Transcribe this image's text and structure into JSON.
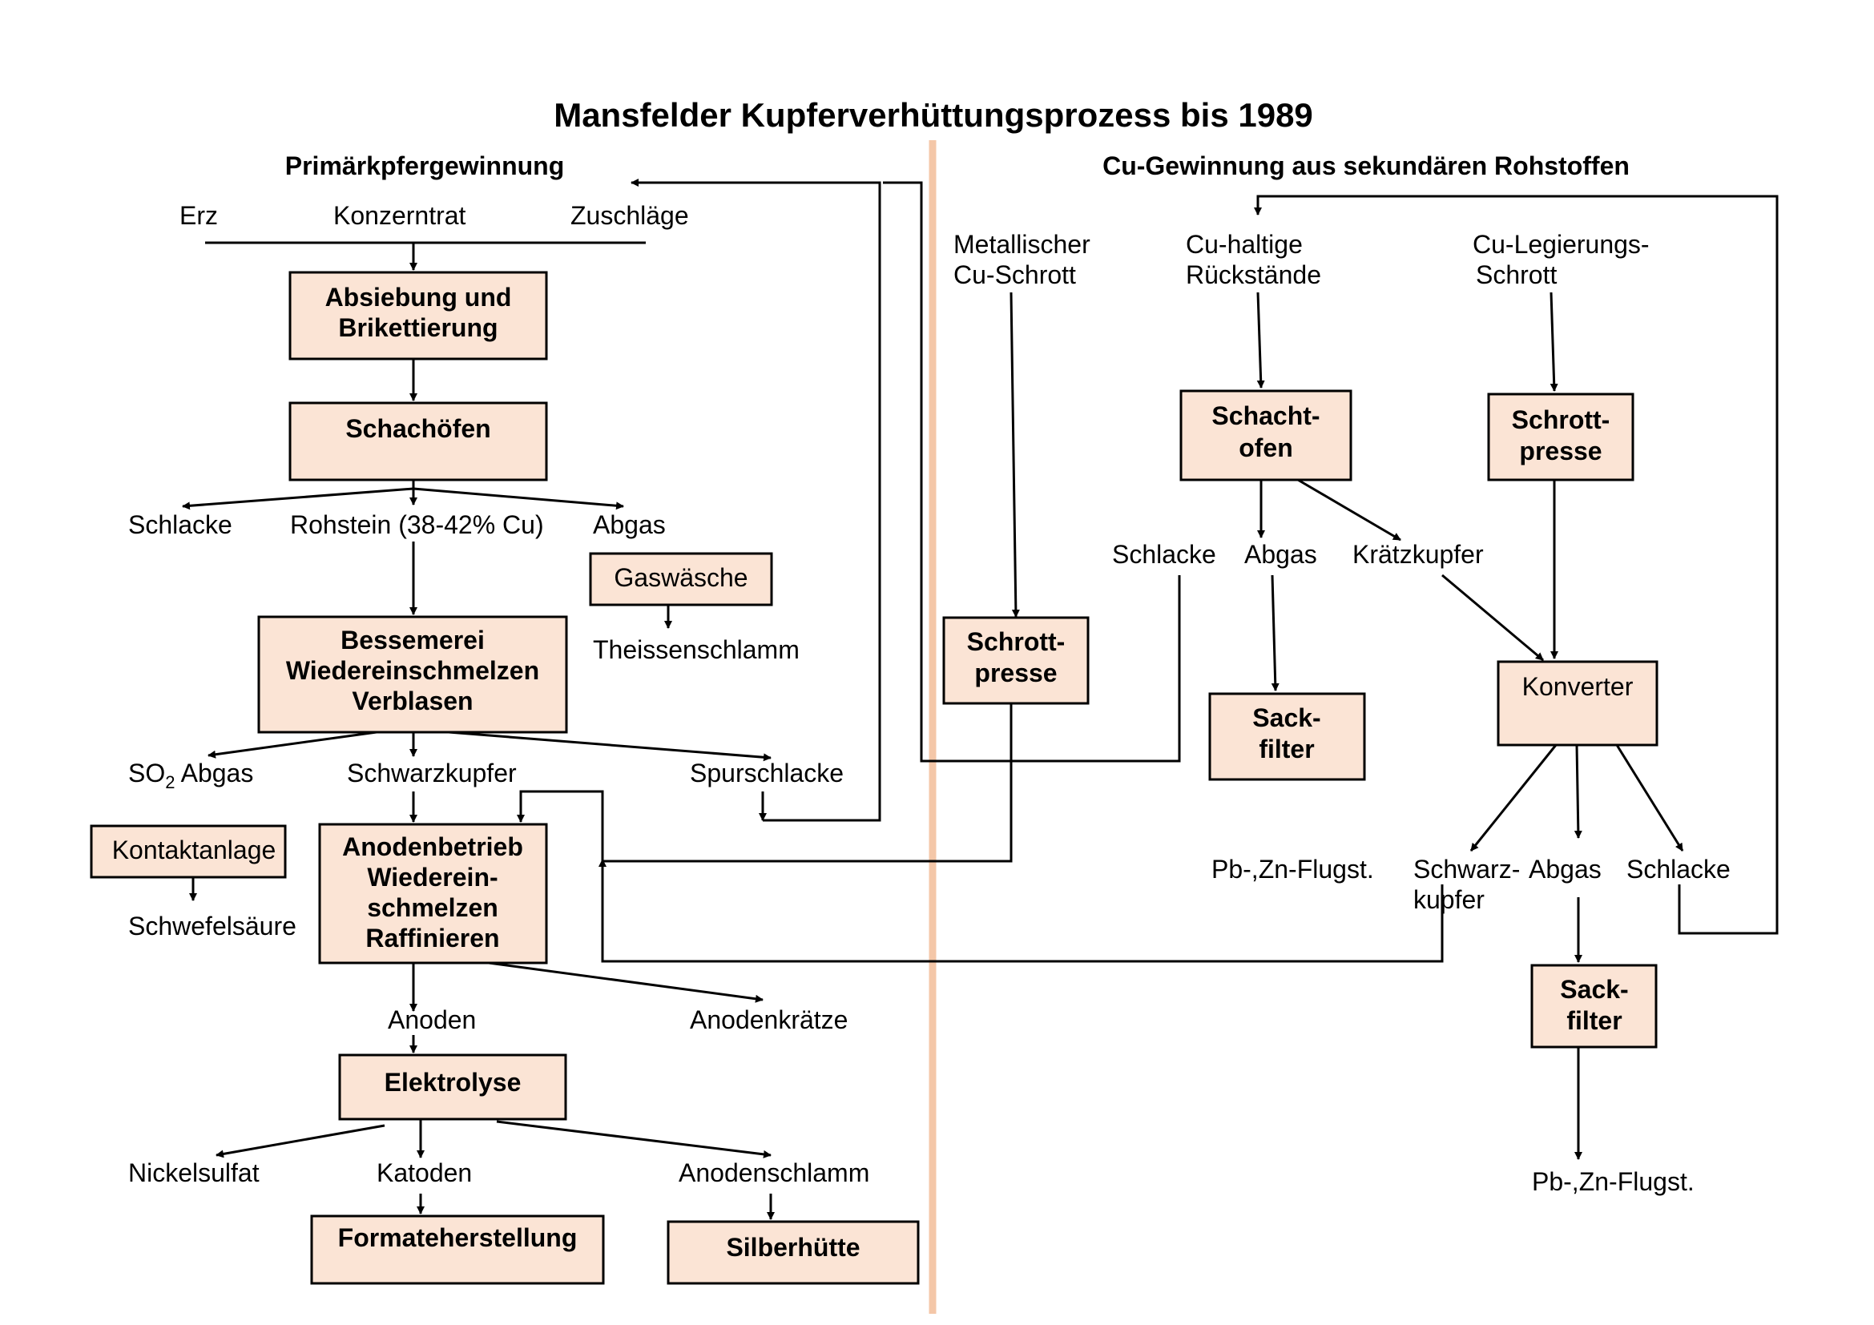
{
  "title": "Mansfelder Kupferverhüttungsprozess bis 1989",
  "colors": {
    "box_fill": "#fbe4d5",
    "divider": "#f4c7a8",
    "line": "#000000"
  },
  "left": {
    "heading": "Primärkpfergewinnung",
    "inputs": {
      "erz": "Erz",
      "konzentrat": "Konzerntrat",
      "zuschlaege": "Zuschläge"
    },
    "absiebung": [
      "Absiebung und",
      "Brikettierung"
    ],
    "schachoefen": "Schachöfen",
    "schlacke": "Schlacke",
    "rohstein": "Rohstein (38-42% Cu)",
    "abgas": "Abgas",
    "gaswaesche": "Gaswäsche",
    "theissenschlamm": "Theissenschlamm",
    "bessemerei": [
      "Bessemerei",
      "Wiedereinschmelzen",
      "Verblasen"
    ],
    "so2_main": "SO",
    "so2_sub": "2",
    "so2_rest": " Abgas",
    "schwarzkupfer": "Schwarzkupfer",
    "spurschlacke": "Spurschlacke",
    "kontaktanlage": "Kontaktanlage",
    "schwefelsaeure": "Schwefelsäure",
    "anodenbetrieb": [
      "Anodenbetrieb",
      "Wiederein-",
      "schmelzen",
      "Raffinieren"
    ],
    "anoden": "Anoden",
    "anodenkraetze": "Anodenkrätze",
    "elektrolyse": "Elektrolyse",
    "nickelsulfat": "Nickelsulfat",
    "katoden": "Katoden",
    "anodenschlamm": "Anodenschlamm",
    "formateherstellung": "Formateherstellung",
    "silberhuette": "Silberhütte"
  },
  "right": {
    "heading": "Cu-Gewinnung aus sekundären Rohstoffen",
    "metallischer": [
      "Metallischer",
      "Cu-Schrott"
    ],
    "cu_haltige": [
      "Cu-haltige",
      "Rückstände"
    ],
    "cu_legierung": [
      "Cu-Legierungs-",
      "Schrott"
    ],
    "schrottpresse_mid": [
      "Schrott-",
      "presse"
    ],
    "schachtofen": [
      "Schacht-",
      "ofen"
    ],
    "schrottpresse_right": [
      "Schrott-",
      "presse"
    ],
    "schlacke1": "Schlacke",
    "abgas1": "Abgas",
    "kraetzkupfer": "Krätzkupfer",
    "sackfilter1": [
      "Sack-",
      "filter"
    ],
    "konverter": "Konverter",
    "pbzn1": "Pb-,Zn-Flugst.",
    "schwarzkupfer": [
      "Schwarz-",
      "kupfer"
    ],
    "abgas2": "Abgas",
    "schlacke2": "Schlacke",
    "sackfilter2": [
      "Sack-",
      "filter"
    ],
    "pbzn2": "Pb-,Zn-Flugst."
  }
}
